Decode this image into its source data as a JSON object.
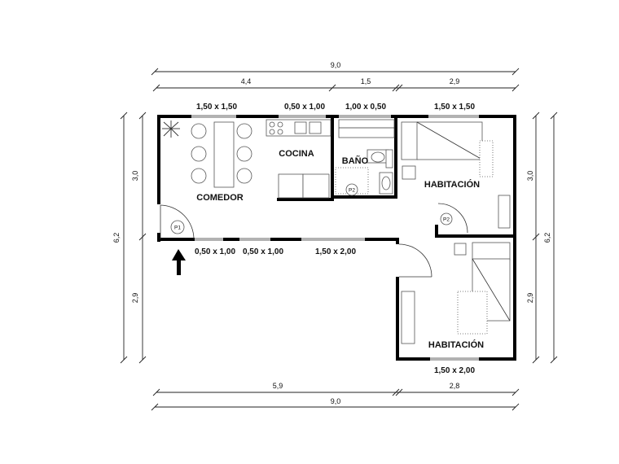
{
  "rooms": {
    "comedor": "COMEDOR",
    "cocina": "COCINA",
    "bano": "BAÑO",
    "habitacion1": "HABITACIÓN",
    "habitacion2": "HABITACIÓN"
  },
  "windows": {
    "comedor_top": "1,50 x 1,50",
    "cocina_top": "0,50 x 1,00",
    "bano_top": "1,00 x 0,50",
    "habitacion1_top": "1,50 x 1,50",
    "bottom_left_1": "0,50 x 1,00",
    "bottom_left_2": "0,50 x 1,00",
    "bottom_mid": "1,50 x 2,00",
    "habitacion2_bottom": "1,50 x 2,00"
  },
  "doors": {
    "p1": "P1",
    "p2_bath": "P2",
    "p2_room": "P2"
  },
  "dimensions": {
    "top_total": "9,0",
    "top_a": "4,4",
    "top_b": "1,5",
    "top_c": "2,9",
    "bottom_a": "5,9",
    "bottom_b": "2,8",
    "bottom_total": "9,0",
    "left_upper": "3,0",
    "left_total": "6,2",
    "left_lower": "2,9",
    "right_upper": "3,0",
    "right_total": "6,2",
    "right_lower": "2,9"
  }
}
